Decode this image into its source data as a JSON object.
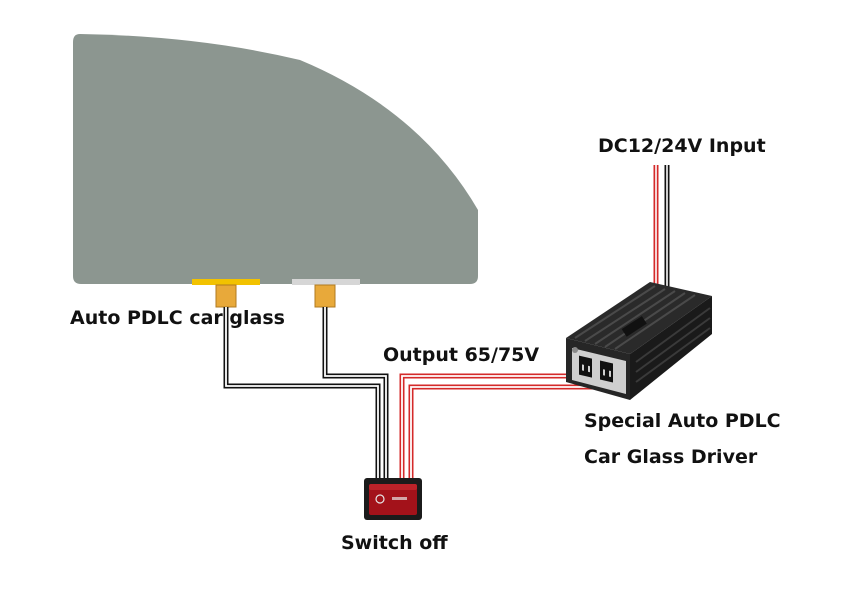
{
  "labels": {
    "glass": "Auto PDLC car glass",
    "input": "DC12/24V Input",
    "output": "Output 65/75V",
    "driver_line1": "Special Auto PDLC",
    "driver_line2": "Car Glass Driver",
    "switch": "Switch off"
  },
  "colors": {
    "glass": "#8c9690",
    "wire_black": "#111111",
    "wire_red": "#d42a2a",
    "connector_gold": "#e8a93a",
    "busbar_gold": "#f2c200",
    "busbar_silver": "#d6d6d6",
    "switch_body": "#1b1b1b",
    "switch_rocker": "#a3121a",
    "driver_body": "#222222",
    "driver_fins": "#3a3a3a",
    "outlet_panel": "#cfcfcf"
  },
  "components": {
    "glass": "car-glass-panel",
    "driver": "pdlc-driver-inverter",
    "switch": "rocker-switch"
  }
}
